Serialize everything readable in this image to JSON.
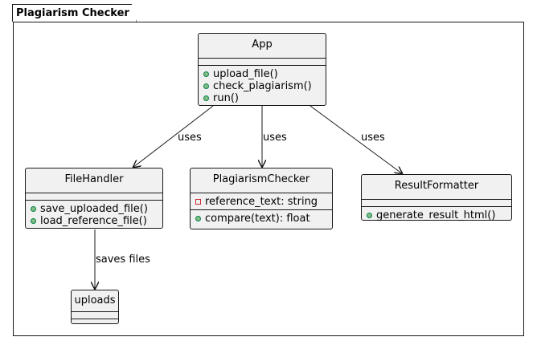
{
  "package": {
    "name": "Plagiarism Checker"
  },
  "classes": {
    "app": {
      "name": "App",
      "attributes": [],
      "methods": [
        {
          "visibility": "public",
          "text": "upload_file()"
        },
        {
          "visibility": "public",
          "text": "check_plagiarism()"
        },
        {
          "visibility": "public",
          "text": "run()"
        }
      ]
    },
    "file_handler": {
      "name": "FileHandler",
      "attributes": [],
      "methods": [
        {
          "visibility": "public",
          "text": "save_uploaded_file()"
        },
        {
          "visibility": "public",
          "text": "load_reference_file()"
        }
      ]
    },
    "plagiarism_checker": {
      "name": "PlagiarismChecker",
      "attributes": [
        {
          "visibility": "private",
          "text": "reference_text: string"
        }
      ],
      "methods": [
        {
          "visibility": "public",
          "text": "compare(text): float"
        }
      ]
    },
    "result_formatter": {
      "name": "ResultFormatter",
      "attributes": [],
      "methods": [
        {
          "visibility": "public",
          "text": "generate_result_html()"
        }
      ]
    },
    "uploads": {
      "name": "uploads",
      "attributes": [],
      "methods": []
    }
  },
  "relations": [
    {
      "from": "App",
      "to": "FileHandler",
      "label": "uses"
    },
    {
      "from": "App",
      "to": "PlagiarismChecker",
      "label": "uses"
    },
    {
      "from": "App",
      "to": "ResultFormatter",
      "label": "uses"
    },
    {
      "from": "FileHandler",
      "to": "uploads",
      "label": "saves files"
    }
  ],
  "colors": {
    "class_fill": "#f1f1f1",
    "line": "#181818",
    "public_marker": "#84be84",
    "private_marker": "#c82930"
  }
}
